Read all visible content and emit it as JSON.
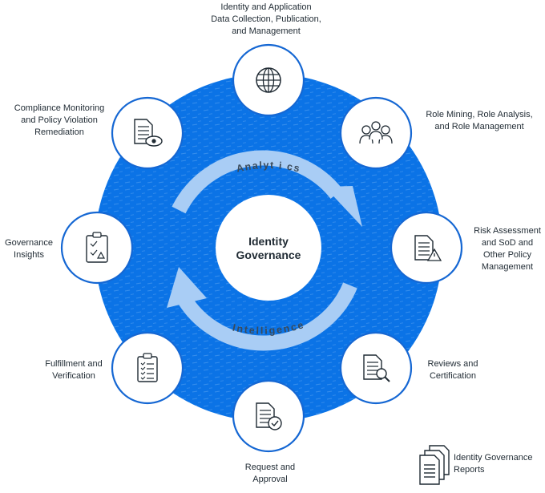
{
  "center": {
    "line1": "Identity",
    "line2": "Governance"
  },
  "arc_labels": {
    "top": "Analyt i cs",
    "bottom": "Intelligence"
  },
  "colors": {
    "ring": "#0b73e6",
    "node_border": "#1567d3",
    "arrow": "#a9cdf5",
    "text": "#1f2a33"
  },
  "nodes": [
    {
      "id": "identity-data",
      "icon": "globe-icon",
      "label": [
        "Identity and Application",
        "Data Collection, Publication,",
        "and Management"
      ]
    },
    {
      "id": "role-mining",
      "icon": "people-group-icon",
      "label": [
        "Role Mining, Role Analysis,",
        "and Role Management"
      ]
    },
    {
      "id": "risk-assessment",
      "icon": "document-warning-icon",
      "label": [
        "Risk Assessment",
        "and SoD and",
        "Other Policy",
        "Management"
      ]
    },
    {
      "id": "reviews",
      "icon": "document-search-icon",
      "label": [
        "Reviews and",
        "Certification"
      ]
    },
    {
      "id": "request",
      "icon": "document-check-icon",
      "label": [
        "Request and",
        "Approval"
      ]
    },
    {
      "id": "fulfillment",
      "icon": "checklist-clipboard-icon",
      "label": [
        "Fulfillment and",
        "Verification"
      ]
    },
    {
      "id": "governance-insights",
      "icon": "clipboard-insights-icon",
      "label": [
        "Governance",
        "Insights"
      ]
    },
    {
      "id": "compliance",
      "icon": "document-eye-icon",
      "label": [
        "Compliance Monitoring",
        "and Policy Violation",
        "Remediation"
      ]
    }
  ],
  "legend": {
    "icon": "reports-stack-icon",
    "label": [
      "Identity Governance",
      "Reports"
    ]
  }
}
